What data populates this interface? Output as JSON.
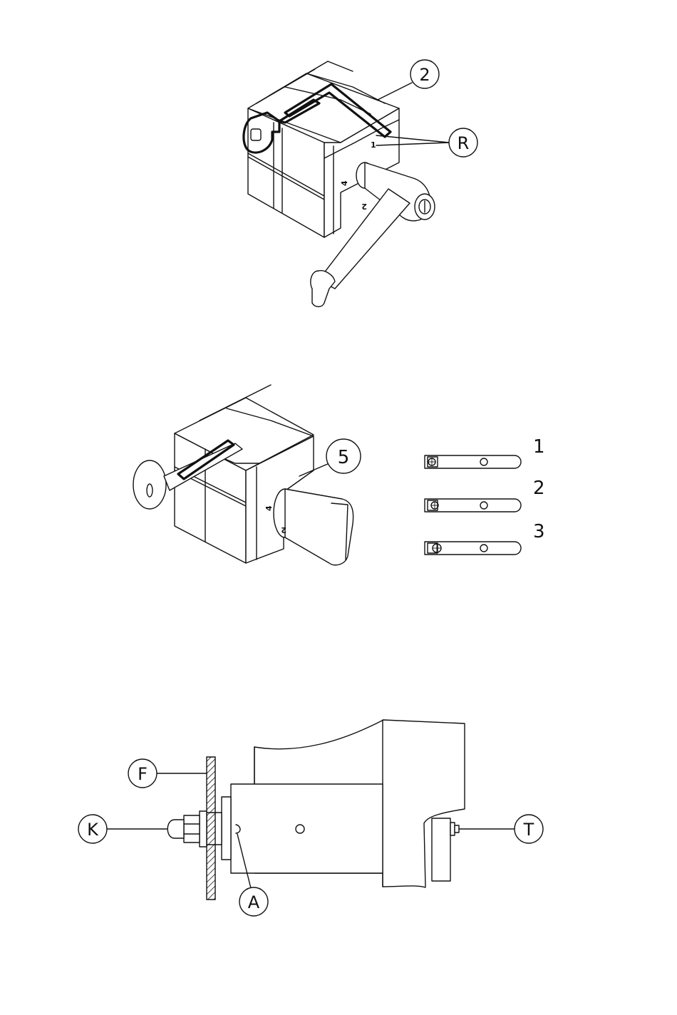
{
  "figure1": {
    "callouts": {
      "two": "2",
      "r": "R"
    },
    "marks": {
      "one": "1",
      "four": "4",
      "two": "2"
    }
  },
  "figure2": {
    "callouts": {
      "five": "5"
    },
    "marks": {
      "four": "4",
      "two": "2"
    },
    "positions": [
      {
        "label": "1"
      },
      {
        "label": "2"
      },
      {
        "label": "3"
      }
    ]
  },
  "figure3": {
    "callouts": {
      "f": "F",
      "k": "K",
      "a": "A",
      "t": "T"
    }
  }
}
